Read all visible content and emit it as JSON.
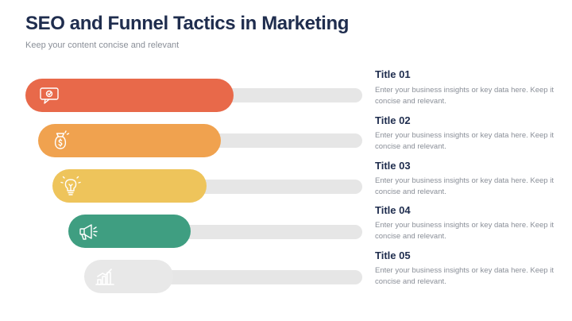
{
  "header": {
    "title": "SEO and Funnel Tactics in Marketing",
    "subtitle": "Keep your content concise and relevant"
  },
  "colors": {
    "step1": "#e8694a",
    "step2": "#f0a24f",
    "step3": "#eec45b",
    "step4": "#3f9e81",
    "step5": "#e8e8e8",
    "track": "#e6e6e6"
  },
  "items": [
    {
      "title": "Title 01",
      "desc": "Enter your business insights or key data here. Keep it concise and relevant.",
      "icon": "chat-bubble-icon"
    },
    {
      "title": "Title 02",
      "desc": "Enter your business insights or key data here. Keep it concise and relevant.",
      "icon": "money-bag-icon"
    },
    {
      "title": "Title 03",
      "desc": "Enter your business insights or key data here. Keep it concise and relevant.",
      "icon": "lightbulb-icon"
    },
    {
      "title": "Title 04",
      "desc": "Enter your business insights or key data here. Keep it concise and relevant.",
      "icon": "megaphone-icon"
    },
    {
      "title": "Title 05",
      "desc": "Enter your business insights or key data here. Keep it concise and relevant.",
      "icon": "bar-chart-icon"
    }
  ]
}
